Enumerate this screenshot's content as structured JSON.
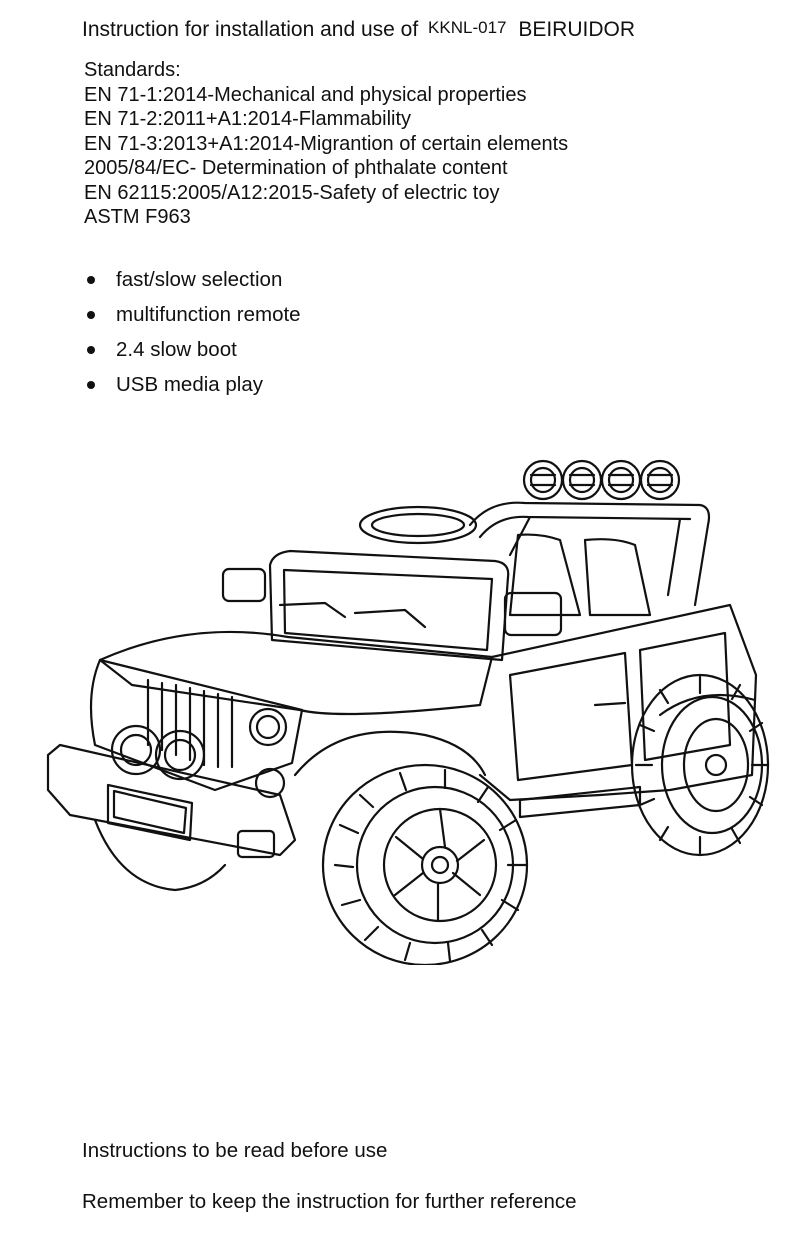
{
  "header": {
    "title_prefix": "Instruction for installation and use of",
    "model": "KKNL-017",
    "brand": "BEIRUIDOR"
  },
  "standards": {
    "heading": "Standards:",
    "items": [
      "EN 71-1:2014-Mechanical and physical properties",
      "EN 71-2:2011+A1:2014-Flammability",
      "EN 71-3:2013+A1:2014-Migrantion of certain elements",
      "2005/84/EC- Determination of phthalate content",
      "EN 62115:2005/A12:2015-Safety of electric toy",
      "ASTM F963"
    ]
  },
  "features": [
    "fast/slow selection",
    "multifunction remote",
    "2.4 slow boot",
    "USB media play"
  ],
  "footer": {
    "line1": "Instructions to be read before use",
    "line2": "Remember to keep the instruction for further reference"
  }
}
